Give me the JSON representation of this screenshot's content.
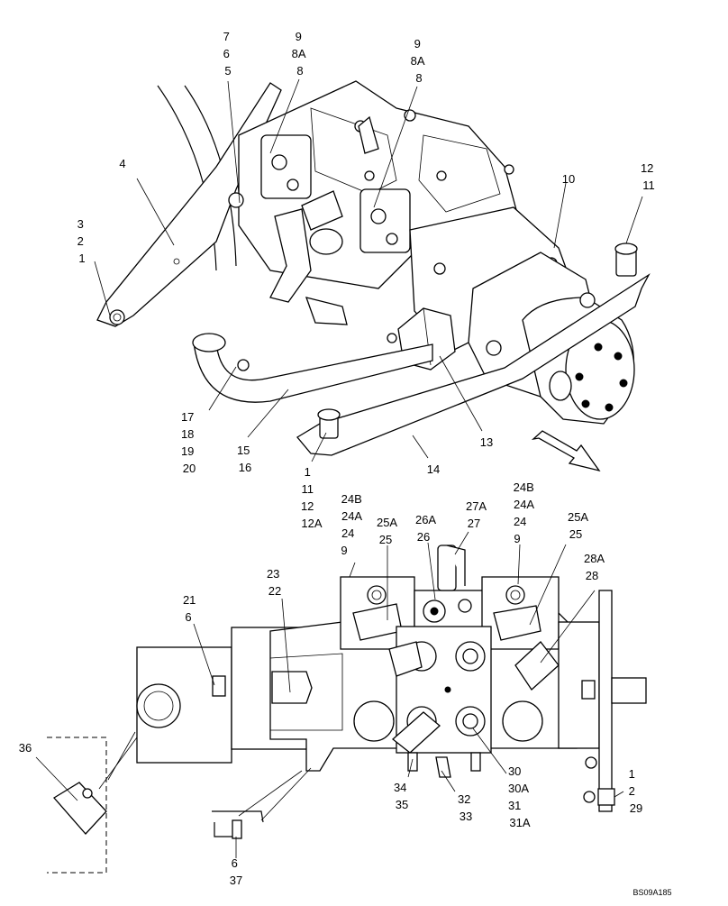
{
  "diagram": {
    "reference_code": "BS09A185",
    "callouts": {
      "c_7_6_5": [
        "7",
        "6",
        "5"
      ],
      "c_9_8a_8_left": [
        "9",
        "8A",
        "8"
      ],
      "c_9_8a_8_right": [
        "9",
        "8A",
        "8"
      ],
      "c_4": [
        "4"
      ],
      "c_3_2_1": [
        "3",
        "2",
        "1"
      ],
      "c_10": [
        "10"
      ],
      "c_12_11": [
        "12",
        "11"
      ],
      "c_17_20": [
        "17",
        "18",
        "19",
        "20"
      ],
      "c_15_16": [
        "15",
        "16"
      ],
      "c_13": [
        "13"
      ],
      "c_14": [
        "14"
      ],
      "c_1_12a": [
        "1",
        "11",
        "12",
        "12A"
      ],
      "c_24b_left": [
        "24B",
        "24A",
        "24",
        "9"
      ],
      "c_25a_left": [
        "25A",
        "25"
      ],
      "c_26a_26": [
        "26A",
        "26"
      ],
      "c_27a_27": [
        "27A",
        "27"
      ],
      "c_24b_right": [
        "24B",
        "24A",
        "24",
        "9"
      ],
      "c_25a_right": [
        "25A",
        "25"
      ],
      "c_28a_28": [
        "28A",
        "28"
      ],
      "c_23_22": [
        "23",
        "22"
      ],
      "c_21_6": [
        "21",
        "6"
      ],
      "c_36": [
        "36"
      ],
      "c_34_35": [
        "34",
        "35"
      ],
      "c_32_33": [
        "32",
        "33"
      ],
      "c_30_31a": [
        "30",
        "30A",
        "31",
        "31A"
      ],
      "c_1_2_29": [
        "1",
        "2",
        "29"
      ],
      "c_6_37": [
        "6",
        "37"
      ]
    }
  }
}
